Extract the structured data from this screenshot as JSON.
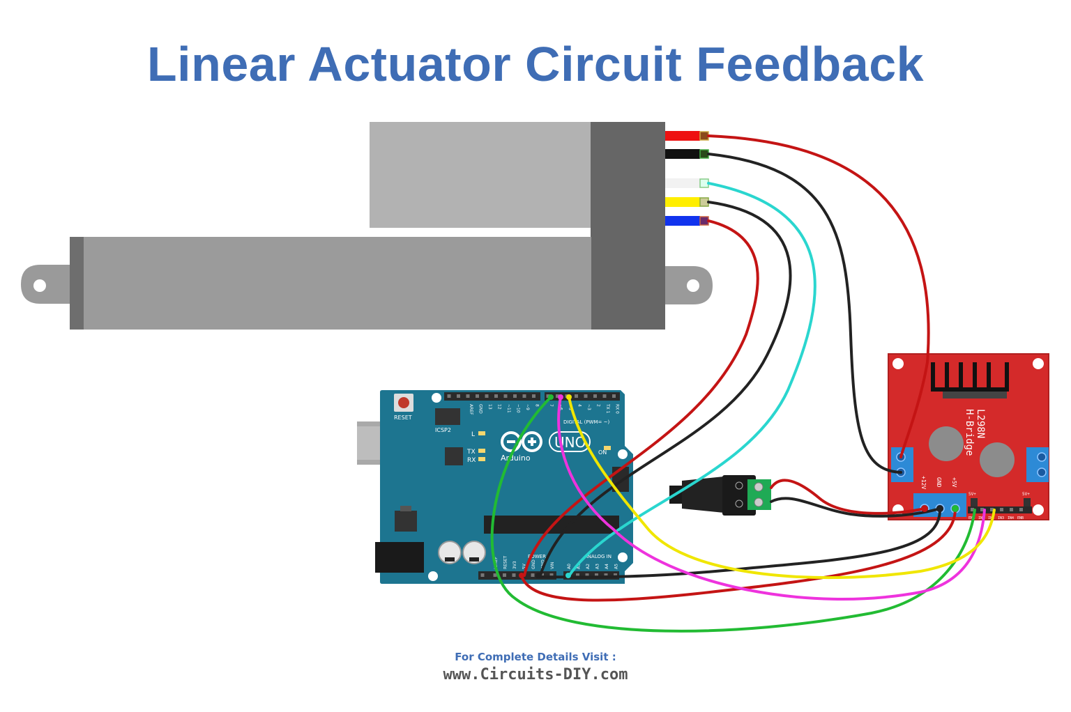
{
  "title": "Linear Actuator Circuit Feedback",
  "footer": {
    "line1": "For Complete Details Visit :",
    "line2": "www.Circuits-DIY.com"
  },
  "arduino": {
    "reset_label": "RESET",
    "icsp_label": "ICSP2",
    "l_label": "L",
    "tx_label": "TX",
    "rx_label": "RX",
    "on_label": "ON",
    "brand_label": "Arduino",
    "model_label": "UNO",
    "digital_label": "DIGITAL (PWM= ~)",
    "power_label": "POWER",
    "analog_label": "ANALOG IN",
    "top_pins": [
      "AREF",
      "GND",
      "13",
      "12",
      "~11",
      "~10",
      "~9",
      "8",
      "7",
      "~6",
      "~5",
      "4",
      "~3",
      "2",
      "TX 1",
      "RX 0"
    ],
    "bottom_pins": [
      "IOREF",
      "RESET",
      "3V3",
      "5V",
      "GND",
      "GND",
      "VIN",
      "A0",
      "A1",
      "A2",
      "A3",
      "A4",
      "A5"
    ]
  },
  "driver": {
    "chip_label": "L298N",
    "subtitle_label": "H-Bridge",
    "pin_12v": "+12V",
    "pin_gnd": "GND",
    "pin_5v": "+5V",
    "header_labels": [
      "ENA",
      "IN1",
      "IN2",
      "IN3",
      "IN4",
      "ENB"
    ],
    "jumper_left": "5V+",
    "jumper_right": "5V+"
  },
  "colors": {
    "title": "#3f6db5",
    "wire_red": "#c41414",
    "wire_black": "#222222",
    "wire_cyan": "#2ad6cf",
    "wire_yellow": "#f0e600",
    "wire_green": "#22bb33",
    "wire_magenta": "#ee33dd",
    "arduino_board": "#1d7590",
    "driver_board": "#d42a2a"
  }
}
